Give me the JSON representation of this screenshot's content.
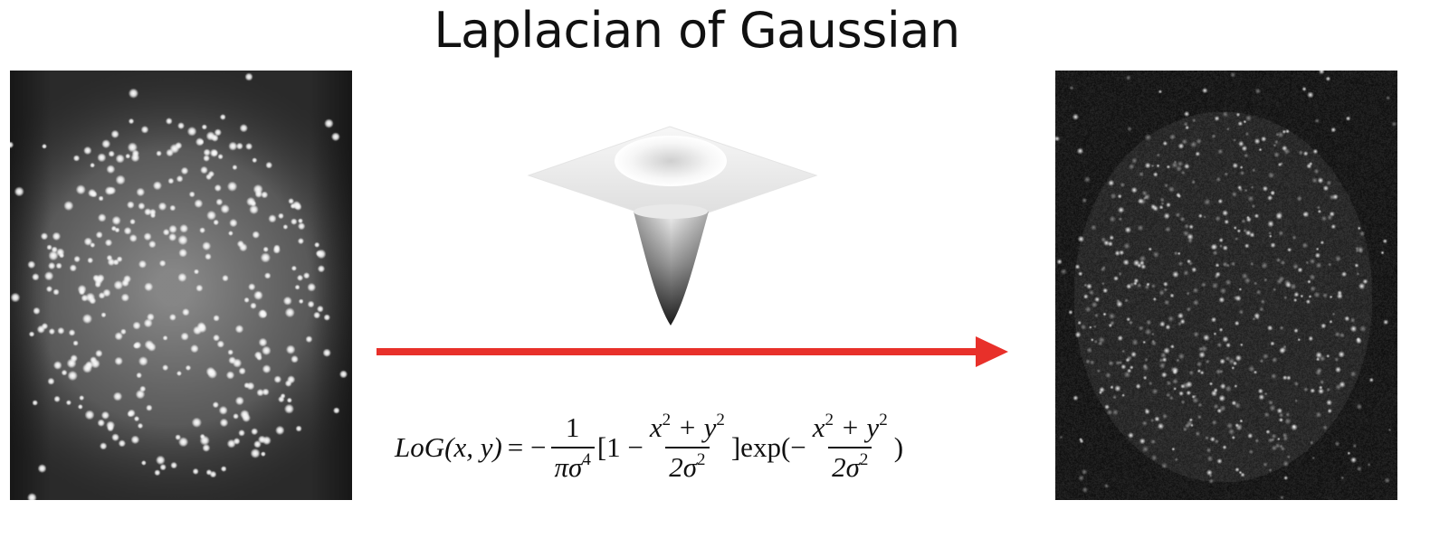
{
  "title": "Laplacian of Gaussian",
  "formula": {
    "lhs": "LoG(x, y)",
    "equals": "= −",
    "frac1_num": "1",
    "frac1_den": "πσ",
    "frac1_den_exp": "4",
    "open_bracket": "[1 −",
    "frac2_num": "x",
    "frac2_num_mid": "+ y",
    "frac2_den": "2σ",
    "squared": "2",
    "close_exp": "]exp(−",
    "frac3_num": "x",
    "frac3_num_mid": "+ y",
    "frac3_den": "2σ",
    "close_paren": ")"
  },
  "arrow": {
    "color": "#e8302a"
  },
  "input_image": {
    "background": "#2a2a2a",
    "spots": "#ffffff"
  },
  "output_image": {
    "background": "#111111",
    "spots": "#f2f2f2"
  }
}
